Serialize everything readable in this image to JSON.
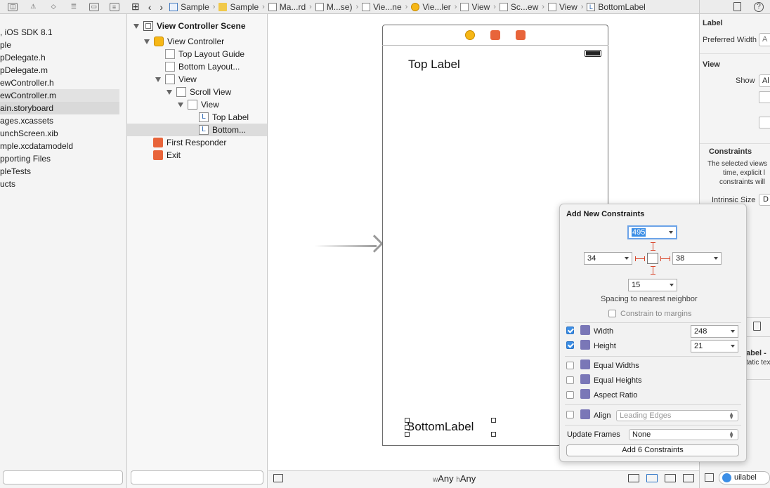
{
  "jumpbar": {
    "items": [
      {
        "icon": "project-file-icon",
        "label": "Sample"
      },
      {
        "icon": "folder-icon",
        "label": "Sample"
      },
      {
        "icon": "storyboard-icon",
        "label": "Ma...rd"
      },
      {
        "icon": "storyboard-icon",
        "label": "M...se)"
      },
      {
        "icon": "scene-icon",
        "label": "Vie...ne"
      },
      {
        "icon": "view-controller-icon",
        "label": "Vie...ler"
      },
      {
        "icon": "view-icon",
        "label": "View"
      },
      {
        "icon": "scroll-view-icon",
        "label": "Sc...ew"
      },
      {
        "icon": "view-icon",
        "label": "View"
      },
      {
        "icon": "label-icon",
        "label": "BottomLabel"
      }
    ]
  },
  "navigator": {
    "items": [
      {
        "label": ", iOS SDK 8.1"
      },
      {
        "label": "ple"
      },
      {
        "label": "pDelegate.h"
      },
      {
        "label": "pDelegate.m"
      },
      {
        "label": "ewController.h"
      },
      {
        "label": "ewController.m"
      },
      {
        "label": "ain.storyboard"
      },
      {
        "label": "ages.xcassets"
      },
      {
        "label": "unchScreen.xib"
      },
      {
        "label": "mple.xcdatamodeld"
      },
      {
        "label": "pporting Files"
      },
      {
        "label": "pleTests"
      },
      {
        "label": "ucts"
      }
    ]
  },
  "outline": {
    "scene": "View Controller Scene",
    "view_controller": "View Controller",
    "top_layout_guide": "Top Layout Guide",
    "bottom_layout_guide": "Bottom Layout...",
    "view": "View",
    "scroll_view": "Scroll View",
    "inner_view": "View",
    "top_label": "Top Label",
    "bottom_label": "Bottom...",
    "first_responder": "First Responder",
    "exit": "Exit"
  },
  "canvas": {
    "top_label": "Top Label",
    "bottom_label": "BottomLabel"
  },
  "size_class": {
    "w_prefix": "w",
    "w_value": "Any",
    "h_prefix": "h",
    "h_value": "Any"
  },
  "inspector": {
    "label_header": "Label",
    "preferred_width": "Preferred Width",
    "preferred_width_value": "A",
    "view_header": "View",
    "show": "Show",
    "show_value": "Al",
    "constraints_header": "Constraints",
    "constraints_text_1": "The selected views",
    "constraints_text_2": "time, explicit l",
    "constraints_text_3": "constraints will",
    "intrinsic_size": "Intrinsic Size",
    "intrinsic_value": "D",
    "lib_title": "abel -",
    "lib_sub": "tatic tex",
    "search_value": "uilabel"
  },
  "popover": {
    "title": "Add New Constraints",
    "top_value": "495",
    "left_value": "34",
    "right_value": "38",
    "bottom_value": "15",
    "spacing_caption": "Spacing to nearest neighbor",
    "constrain_margins": "Constrain to margins",
    "constrain_margins_checked": false,
    "width_label": "Width",
    "width_checked": true,
    "width_value": "248",
    "height_label": "Height",
    "height_checked": true,
    "height_value": "21",
    "equal_widths": "Equal Widths",
    "equal_heights": "Equal Heights",
    "aspect_ratio": "Aspect Ratio",
    "align_label": "Align",
    "align_value": "Leading Edges",
    "update_frames_label": "Update Frames",
    "update_frames_value": "None",
    "add_button": "Add 6 Constraints"
  },
  "colors": {
    "accent": "#3b8ee6",
    "strut": "#d9452a",
    "view_controller": "#f6b716",
    "first_responder": "#e8643a"
  }
}
